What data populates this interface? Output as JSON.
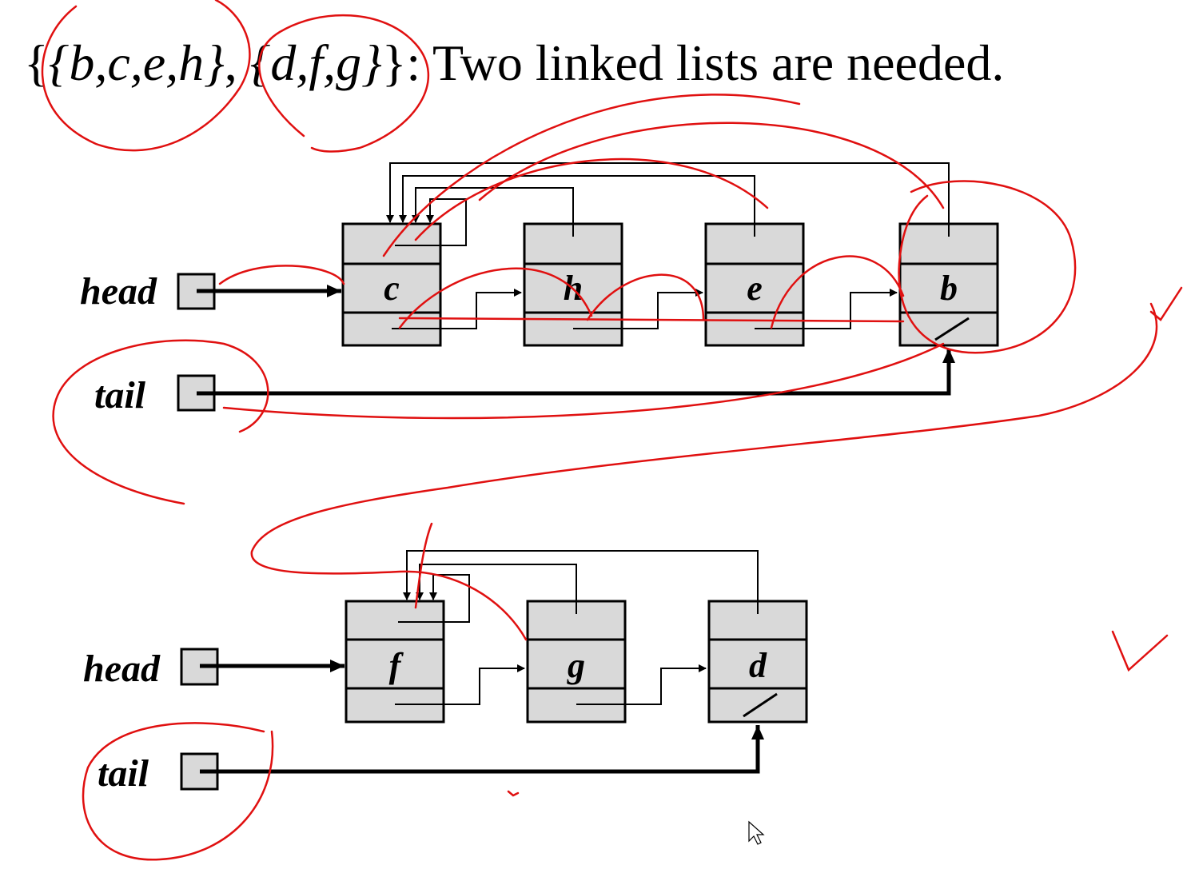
{
  "title": {
    "set_open": "{",
    "set1": "{b,c,e,h}",
    "sep": ", ",
    "set2": "{d,f,g}",
    "set_close": "}",
    "text": ": Two linked lists are needed."
  },
  "list1": {
    "head_label": "head",
    "tail_label": "tail",
    "nodes": [
      "c",
      "h",
      "e",
      "b"
    ]
  },
  "list2": {
    "head_label": "head",
    "tail_label": "tail",
    "nodes": [
      "f",
      "g",
      "d"
    ]
  }
}
